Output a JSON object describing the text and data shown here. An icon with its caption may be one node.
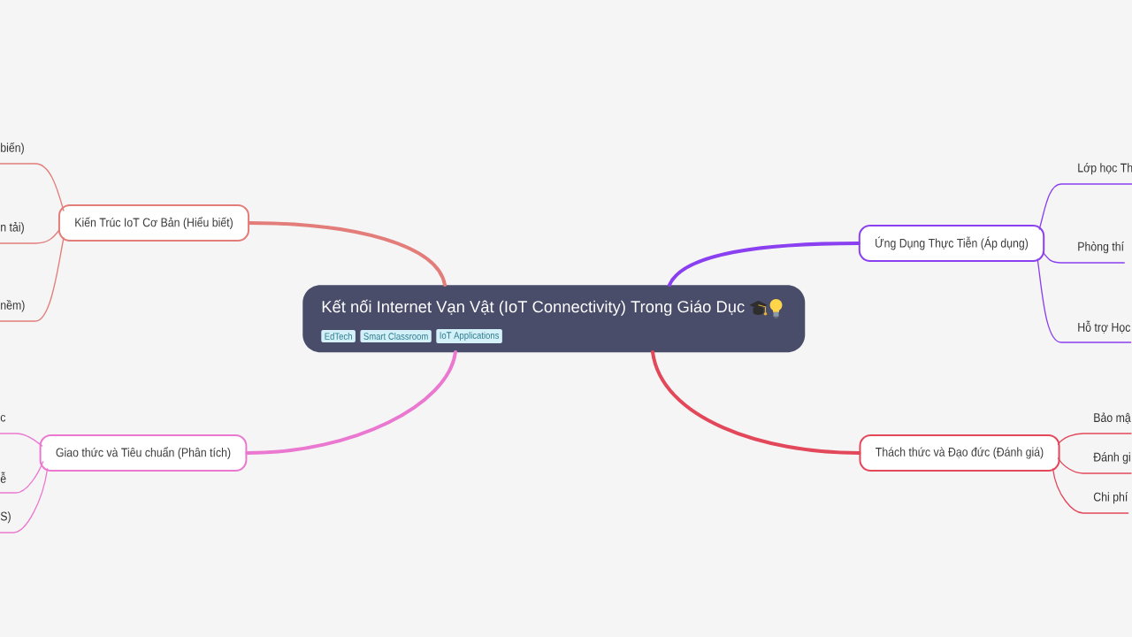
{
  "diagram": {
    "nodes": [
      {
        "text": [
          "Kết nối Internet Vạn Vật (IoT Connectivity) Trong Giáo Dục"
        ]
      },
      {
        "text": [
          "EdTech"
        ],
        "in": 0
      },
      {
        "text": [
          "Smart Classroom"
        ],
        "in": 0
      },
      {
        "text": [
          "IoT Applications"
        ],
        "in": 0
      },
      {
        "text": [
          "Kiến Trúc IoT Cơ Bản (Hiểu biết)"
        ]
      },
      {
        "text": [
          "biến)"
        ]
      },
      {
        "text": [
          "n tải)"
        ]
      },
      {
        "text": [
          "nềm)"
        ]
      },
      {
        "text": [
          "Giao thức và Tiêu chuẩn (Phân tích)"
        ]
      },
      {
        "text": [
          "c"
        ]
      },
      {
        "text": [
          "ễ"
        ]
      },
      {
        "text": [
          "S)"
        ]
      },
      {
        "text": [
          "Ứng Dụng Thực Tiễn (Áp dụng)"
        ]
      },
      {
        "text": [
          "Lớp học Th"
        ]
      },
      {
        "text": [
          "Phòng thí"
        ]
      },
      {
        "text": [
          "Hỗ trợ Học"
        ]
      },
      {
        "text": [
          "Thách thức và Đạo đức (Đánh giá)"
        ]
      },
      {
        "text": [
          "Bảo mậ"
        ]
      },
      {
        "text": [
          "Đánh gi"
        ]
      },
      {
        "text": [
          "Chi phí"
        ]
      }
    ],
    "edges": [
      {
        "from": 0,
        "to": 4,
        "arrow": "none",
        "style": "thick",
        "color": "#e27d7a"
      },
      {
        "from": 0,
        "to": 8,
        "arrow": "none",
        "style": "thick",
        "color": "#eb78d0"
      },
      {
        "from": 0,
        "to": 12,
        "arrow": "none",
        "style": "thick",
        "color": "#8a3ff0"
      },
      {
        "from": 0,
        "to": 16,
        "arrow": "none",
        "style": "thick",
        "color": "#e2475a"
      },
      {
        "from": 4,
        "to": 5,
        "arrow": "none",
        "color": "#e27d7a"
      },
      {
        "from": 4,
        "to": 6,
        "arrow": "none",
        "color": "#e27d7a"
      },
      {
        "from": 4,
        "to": 7,
        "arrow": "none",
        "color": "#e27d7a"
      },
      {
        "from": 8,
        "to": 9,
        "arrow": "none",
        "color": "#eb78d0"
      },
      {
        "from": 8,
        "to": 10,
        "arrow": "none",
        "color": "#eb78d0"
      },
      {
        "from": 8,
        "to": 11,
        "arrow": "none",
        "color": "#eb78d0"
      },
      {
        "from": 12,
        "to": 13,
        "arrow": "none",
        "color": "#8a3ff0"
      },
      {
        "from": 12,
        "to": 14,
        "arrow": "none",
        "color": "#8a3ff0"
      },
      {
        "from": 12,
        "to": 15,
        "arrow": "none",
        "color": "#8a3ff0"
      },
      {
        "from": 16,
        "to": 17,
        "arrow": "none",
        "color": "#e2475a"
      },
      {
        "from": 16,
        "to": 18,
        "arrow": "none",
        "color": "#e2475a"
      },
      {
        "from": 16,
        "to": 19,
        "arrow": "none",
        "color": "#e2475a"
      }
    ]
  }
}
